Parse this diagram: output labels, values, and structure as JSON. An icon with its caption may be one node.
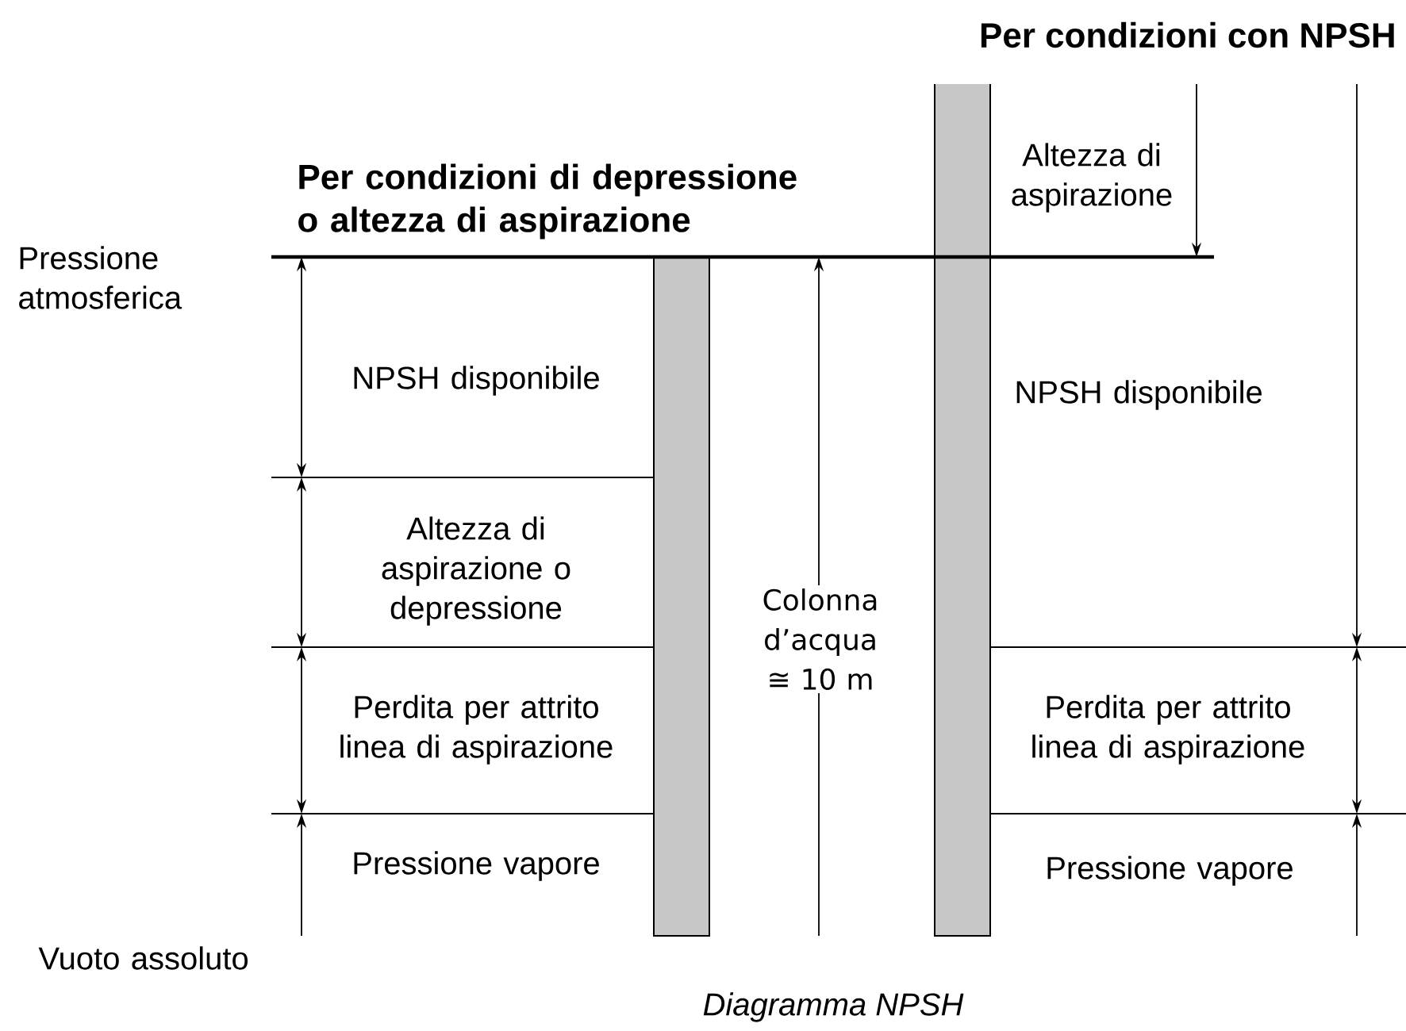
{
  "diagram": {
    "caption": "Diagramma NPSH",
    "labels": [
      "Per condizioni con NPSH",
      "Altezza di aspirazione",
      "Per condizioni di depressione o altezza di aspirazione",
      "Pressione atmosferica",
      "NPSH disponibile",
      "NPSH disponibile",
      "Altezza di aspirazione o depressione",
      "Colonna d’acqua ≅ 10 m",
      "Perdita per attrito linea di aspirazione",
      "Perdita per attrito linea di aspirazione",
      "Pressione vapore",
      "Pressione vapore",
      "Vuoto assoluto"
    ]
  }
}
